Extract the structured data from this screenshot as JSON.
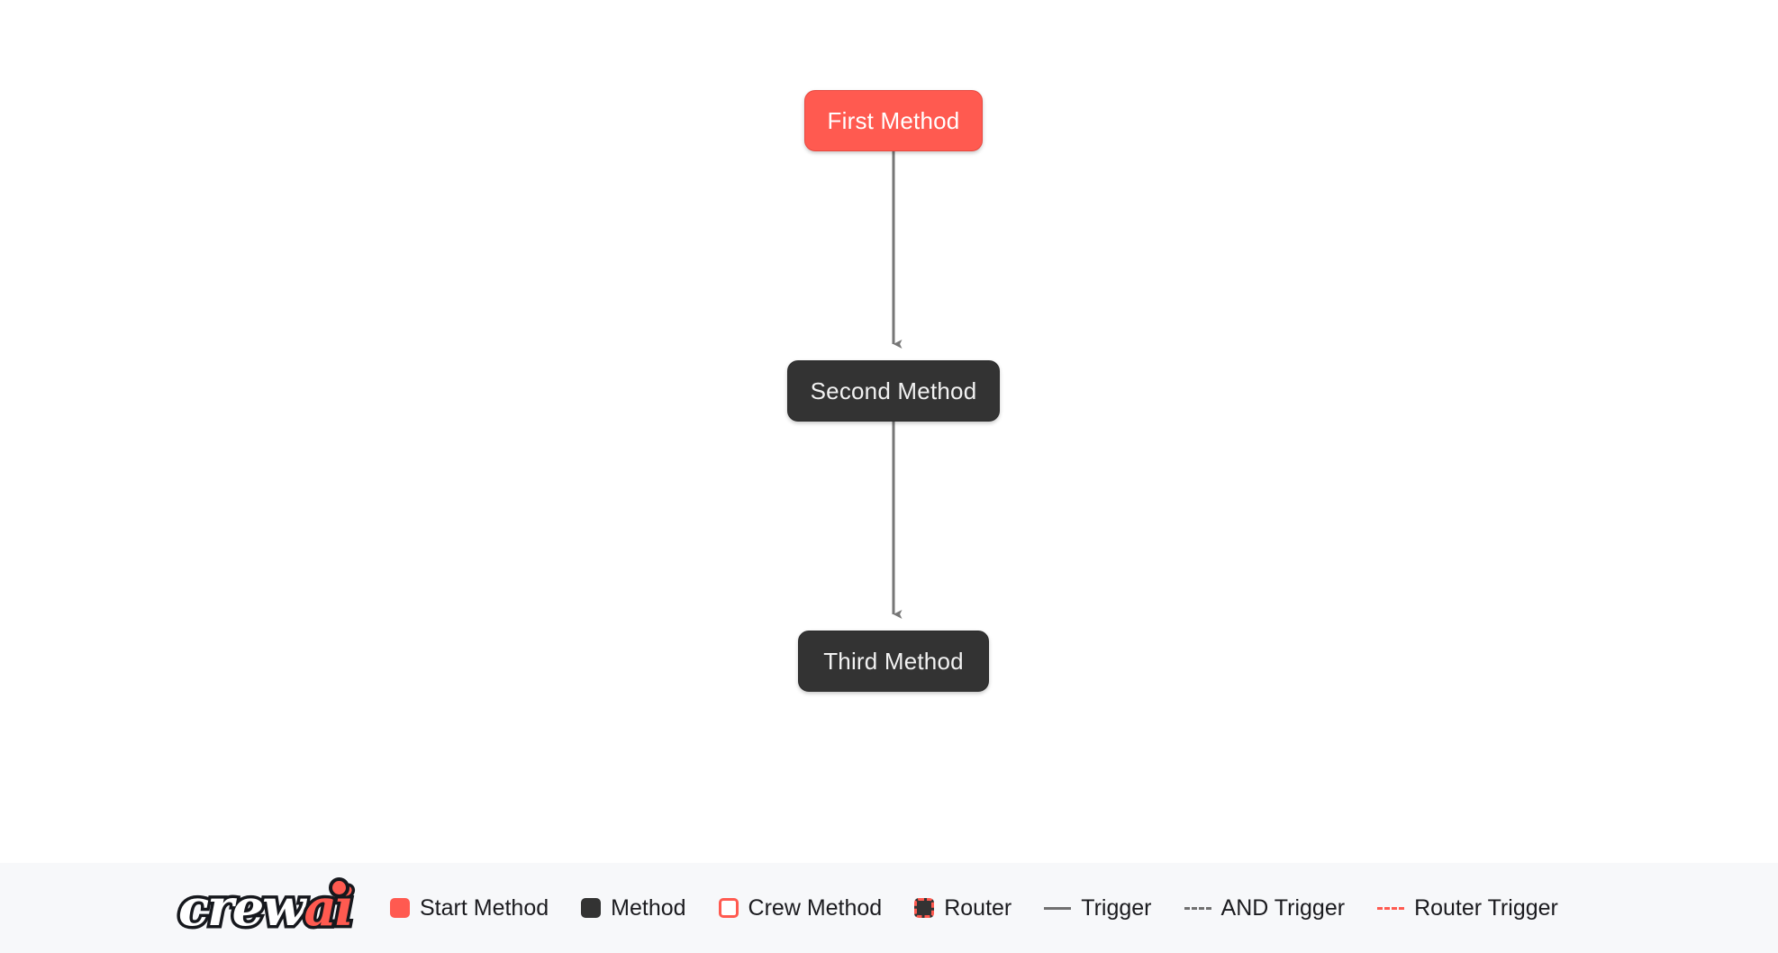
{
  "canvas": {
    "background": "#ffffff",
    "nodes": [
      {
        "id": "first",
        "label": "First Method",
        "type": "start-method",
        "color": "#FF5A50"
      },
      {
        "id": "second",
        "label": "Second Method",
        "type": "method",
        "color": "#333333"
      },
      {
        "id": "third",
        "label": "Third Method",
        "type": "method",
        "color": "#333333"
      }
    ],
    "edges": [
      {
        "from": "first",
        "to": "second",
        "kind": "trigger",
        "color": "#777777"
      },
      {
        "from": "second",
        "to": "third",
        "kind": "trigger",
        "color": "#777777"
      }
    ]
  },
  "legend": {
    "background": "#f7f8fa",
    "logo": {
      "crew": "crew",
      "ai": "ai"
    },
    "items": [
      {
        "key": "start-method",
        "label": "Start Method",
        "marker": "swatch",
        "color": "#FF5A50"
      },
      {
        "key": "method",
        "label": "Method",
        "marker": "swatch",
        "color": "#333333"
      },
      {
        "key": "crew-method",
        "label": "Crew Method",
        "marker": "swatch-outline",
        "color": "#FF5A50"
      },
      {
        "key": "router",
        "label": "Router",
        "marker": "swatch-dashed",
        "color": "#FF5A50"
      },
      {
        "key": "trigger",
        "label": "Trigger",
        "marker": "line-solid",
        "color": "#707070"
      },
      {
        "key": "and-trigger",
        "label": "AND Trigger",
        "marker": "line-dashed",
        "color": "#707070"
      },
      {
        "key": "router-trigger",
        "label": "Router Trigger",
        "marker": "line-dashed",
        "color": "#FF5A50"
      }
    ]
  }
}
